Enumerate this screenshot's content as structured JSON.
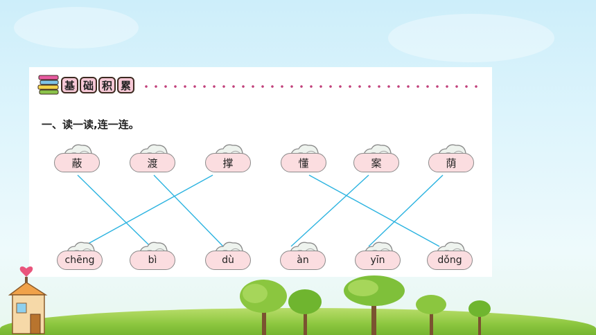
{
  "section": {
    "title_chars": [
      "基",
      "础",
      "积",
      "累"
    ]
  },
  "exercise": {
    "instruction": "一、读一读,连一连。",
    "characters": [
      "蔽",
      "渡",
      "撑",
      "懂",
      "案",
      "荫"
    ],
    "pinyin": [
      "chēng",
      "bì",
      "dù",
      "àn",
      "yīn",
      "dǒng"
    ],
    "connections": [
      {
        "character": "蔽",
        "pinyin": "bì"
      },
      {
        "character": "渡",
        "pinyin": "dù"
      },
      {
        "character": "撑",
        "pinyin": "chēng"
      },
      {
        "character": "懂",
        "pinyin": "dǒng"
      },
      {
        "character": "案",
        "pinyin": "àn"
      },
      {
        "character": "荫",
        "pinyin": "yīn"
      }
    ]
  },
  "colors": {
    "line": "#2bb3e0",
    "pill_fill": "#fbdde0",
    "title_chip": "#f6c8d6",
    "dots": "#c1407a"
  }
}
